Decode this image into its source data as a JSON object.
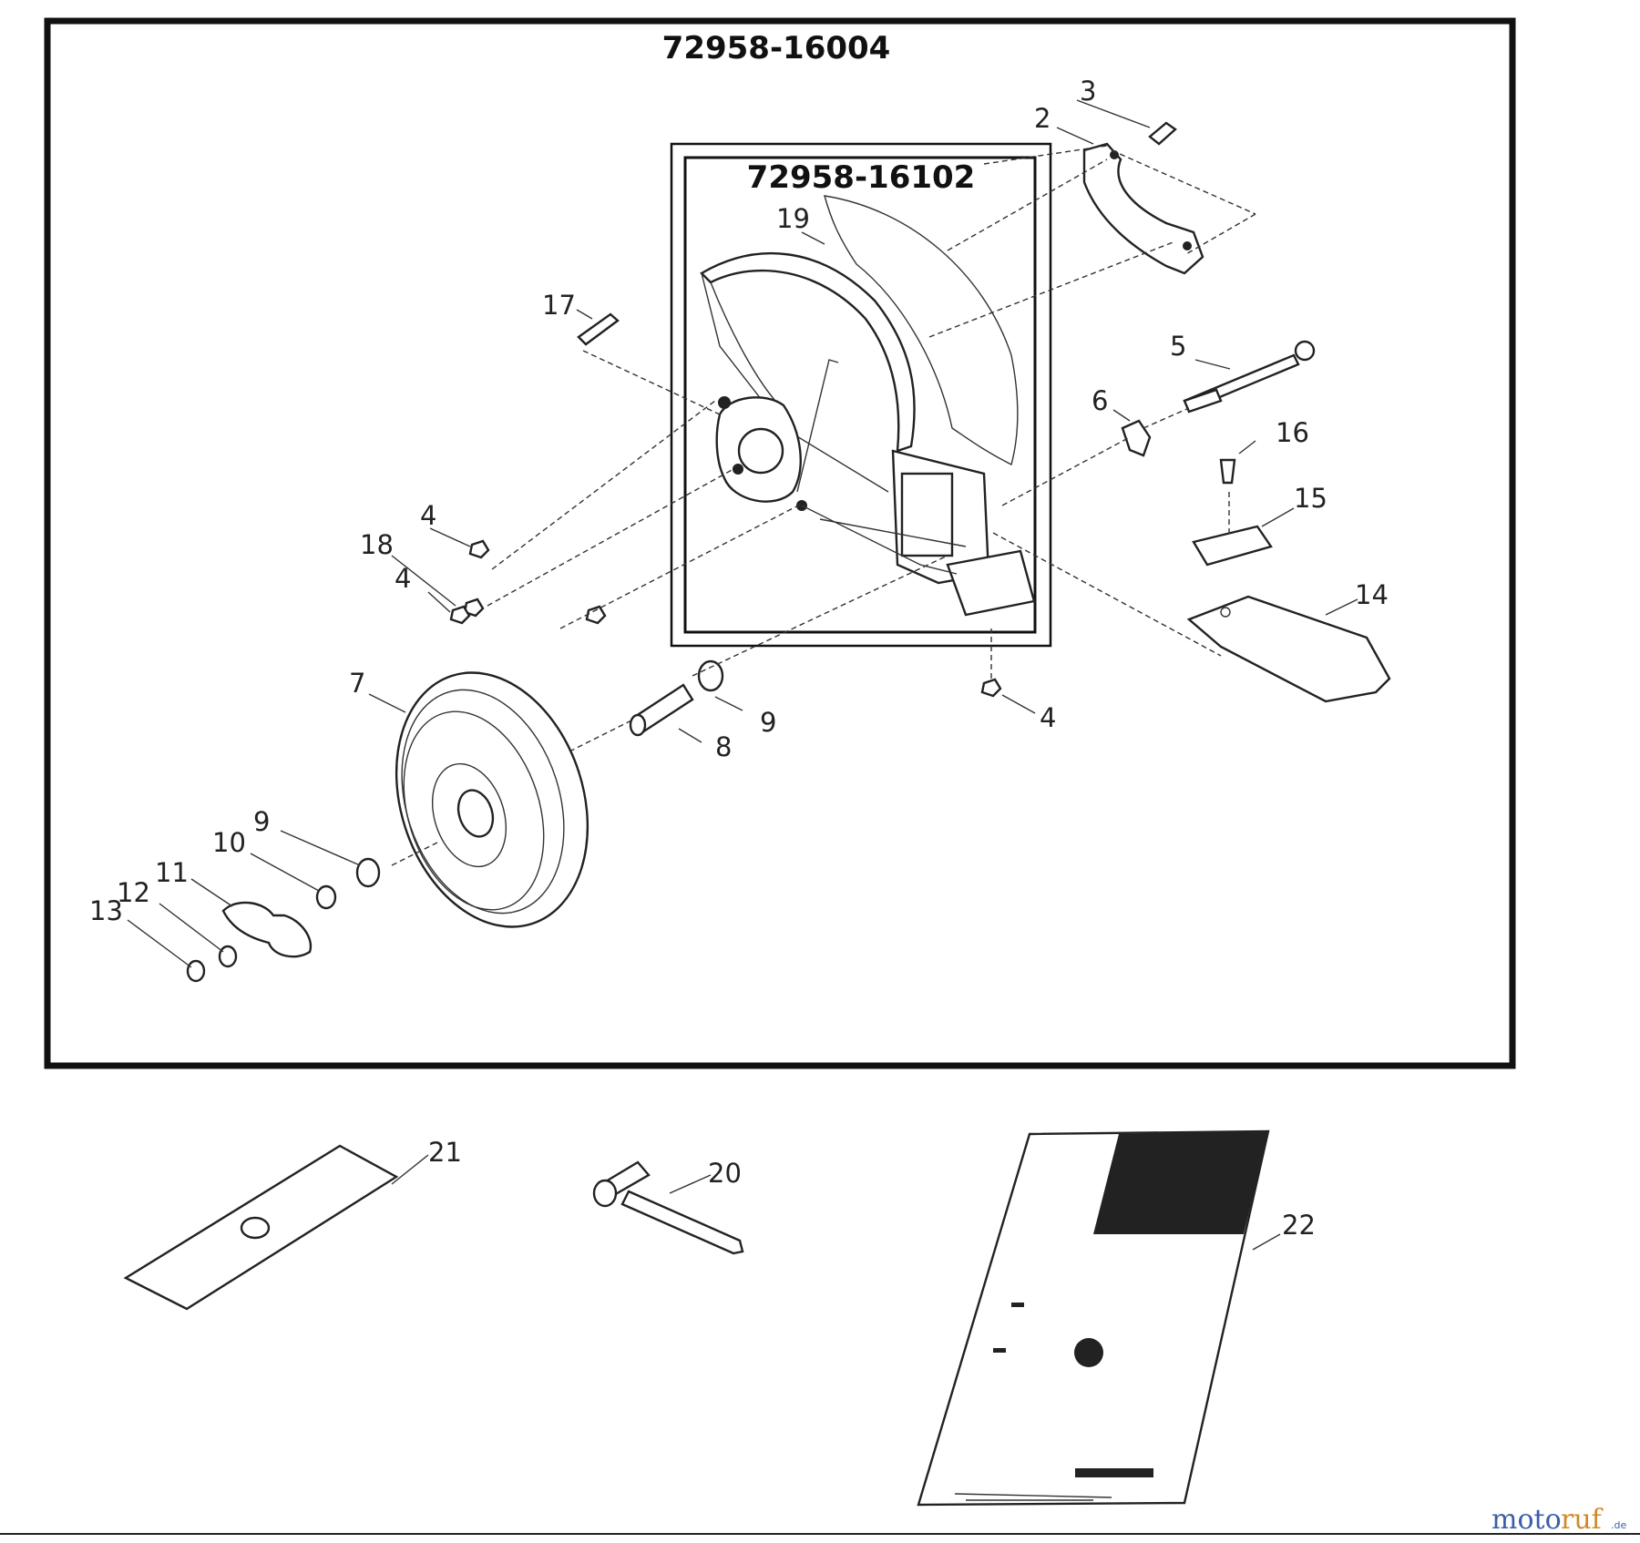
{
  "diagram": {
    "assembly_number": "72958-16004",
    "subassembly_number": "72958-16102",
    "callouts": {
      "p2": "2",
      "p3": "3",
      "p4a": "4",
      "p4b": "4",
      "p4c": "4",
      "p5": "5",
      "p6": "6",
      "p7": "7",
      "p8": "8",
      "p9a": "9",
      "p9b": "9",
      "p10": "10",
      "p11": "11",
      "p12": "12",
      "p13": "13",
      "p14": "14",
      "p15": "15",
      "p16": "16",
      "p17": "17",
      "p18": "18",
      "p19": "19",
      "p20": "20",
      "p21": "21",
      "p22": "22"
    }
  },
  "watermark": {
    "brand_part1": "moto",
    "brand_part2": "ruf",
    "suffix": ".de"
  }
}
